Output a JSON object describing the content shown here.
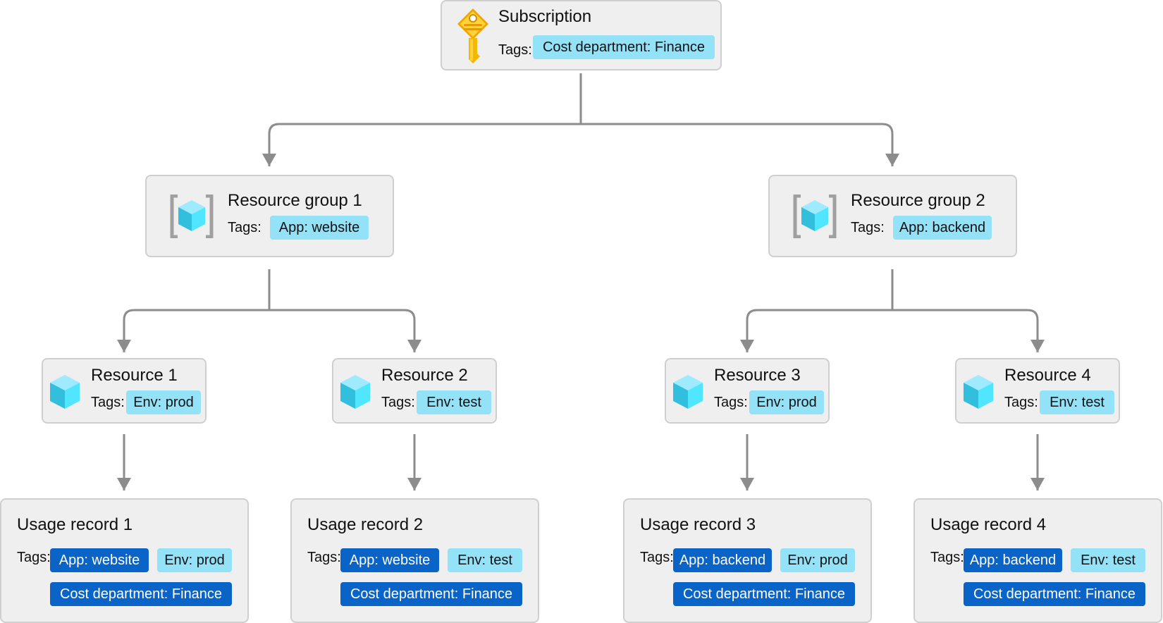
{
  "colors": {
    "node_bg": "#efefef",
    "node_border": "#cfcfcf",
    "connector": "#8c8c8c",
    "inherited_tag_bg": "#93e2f8",
    "applied_tag_bg": "#0a63c7",
    "applied_tag_text": "#ffffff"
  },
  "subscription": {
    "icon": "key-icon",
    "title": "Subscription",
    "tags_label": "Tags:",
    "tags": [
      "Cost department: Finance"
    ]
  },
  "resource_groups": [
    {
      "icon": "resource-group-icon",
      "title": "Resource group 1",
      "tags_label": "Tags:",
      "tags": [
        "App: website"
      ]
    },
    {
      "icon": "resource-group-icon",
      "title": "Resource group 2",
      "tags_label": "Tags:",
      "tags": [
        "App: backend"
      ]
    }
  ],
  "resources": [
    {
      "icon": "resource-cube-icon",
      "title": "Resource 1",
      "tags_label": "Tags:",
      "tags": [
        "Env: prod"
      ]
    },
    {
      "icon": "resource-cube-icon",
      "title": "Resource 2",
      "tags_label": "Tags:",
      "tags": [
        "Env: test"
      ]
    },
    {
      "icon": "resource-cube-icon",
      "title": "Resource 3",
      "tags_label": "Tags:",
      "tags": [
        "Env: prod"
      ]
    },
    {
      "icon": "resource-cube-icon",
      "title": "Resource 4",
      "tags_label": "Tags:",
      "tags": [
        "Env: test"
      ]
    }
  ],
  "usage_records": [
    {
      "title": "Usage record 1",
      "tags_label": "Tags:",
      "tags": [
        "App: website",
        "Env: prod",
        "Cost department: Finance"
      ]
    },
    {
      "title": "Usage record 2",
      "tags_label": "Tags:",
      "tags": [
        "App: website",
        "Env: test",
        "Cost department: Finance"
      ]
    },
    {
      "title": "Usage record 3",
      "tags_label": "Tags:",
      "tags": [
        "App: backend",
        "Env: prod",
        "Cost department: Finance"
      ]
    },
    {
      "title": "Usage record 4",
      "tags_label": "Tags:",
      "tags": [
        "App: backend",
        "Env: test",
        "Cost department: Finance"
      ]
    }
  ]
}
